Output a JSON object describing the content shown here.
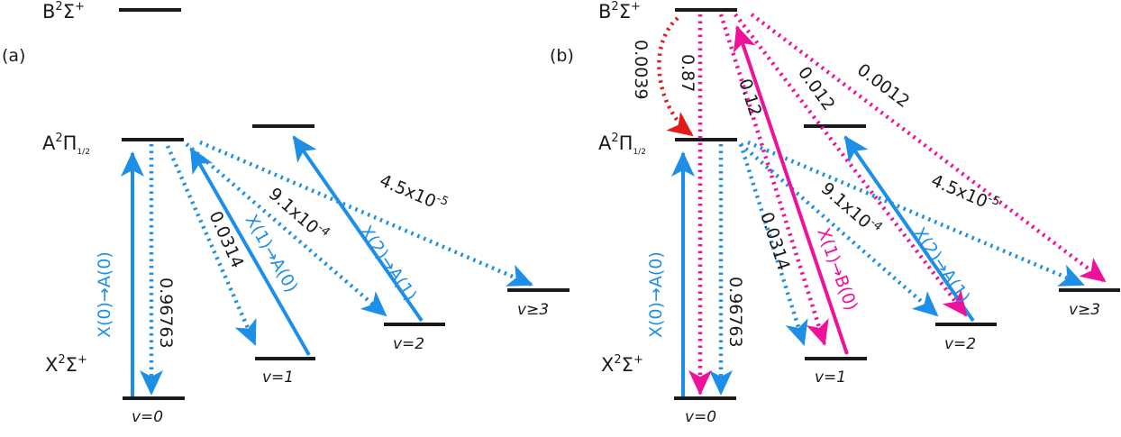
{
  "colors": {
    "blue": "#1e8fe6",
    "magenta": "#f0119a",
    "red": "#e11a1a",
    "black": "#1a1a1a"
  },
  "panel_a": {
    "label": "(a)",
    "states": {
      "B": "B",
      "A": "A",
      "X": "X"
    },
    "levels": {
      "v0": "v=0",
      "v1": "v=1",
      "v2": "v=2",
      "v3": "v≥3"
    },
    "pump": {
      "p0": "X(0)→A(0)",
      "p1": "X(1)→A(0)",
      "p2": "X(2)→A(1)"
    },
    "branching": {
      "b0": "0.96763",
      "b1": "0.0314",
      "b2": "9.1x10",
      "b2exp": "-4",
      "b3": "4.5x10",
      "b3exp": "-5"
    }
  },
  "panel_b": {
    "label": "(b)",
    "states": {
      "B": "B",
      "A": "A",
      "X": "X"
    },
    "levels": {
      "v0": "v=0",
      "v1": "v=1",
      "v2": "v=2",
      "v3": "v≥3"
    },
    "pump": {
      "p0": "X(0)→A(0)",
      "p1": "X(1)→B(0)",
      "p2": "X(2)→A(1)"
    },
    "branching": {
      "b0": "0.96763",
      "b1": "0.0314",
      "b2": "9.1x10",
      "b2exp": "-4",
      "b3": "4.5x10",
      "b3exp": "-5"
    },
    "b_branching": {
      "ba": "0.0039",
      "b0": "0.87",
      "b1": "0.12",
      "b2": "0.012",
      "b3": "0.0012"
    }
  }
}
